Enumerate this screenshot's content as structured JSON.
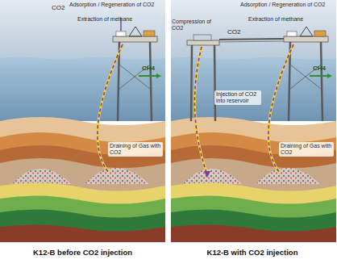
{
  "diagram": {
    "labels": [
      "CO2",
      "Adsorption / Regeneration of CO2",
      "Extraction of methane",
      "Compression of CO2",
      "CO2",
      "Adsorption / Regeneration of CO2",
      "Extraction of methane",
      "CH4",
      "CH4",
      "Injection of CO2 into reservoir",
      "Draining of Gas with CO2",
      "Draining of Gas with CO2",
      "K12-B before CO2 injection",
      "K12-B with CO2 injection"
    ]
  }
}
